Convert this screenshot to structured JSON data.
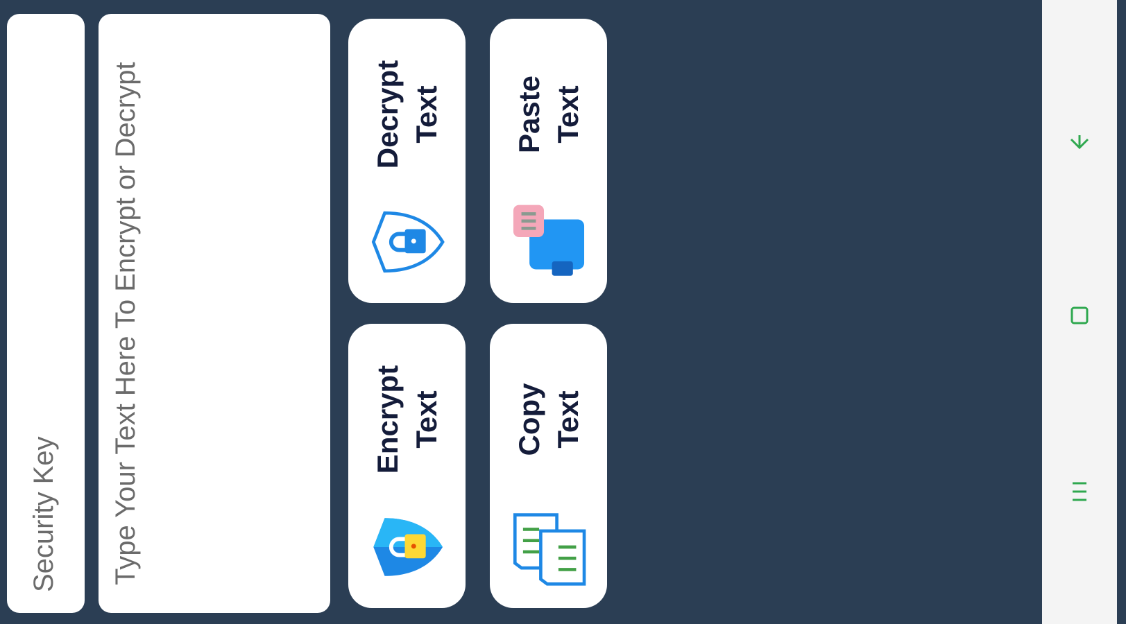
{
  "fields": {
    "security_key_placeholder": "Security Key",
    "text_placeholder": "Type Your Text Here To Encrypt or Decrypt"
  },
  "buttons": {
    "encrypt": [
      "Encrypt",
      "Text"
    ],
    "decrypt": [
      "Decrypt",
      "Text"
    ],
    "copy": [
      "Copy",
      "Text"
    ],
    "paste": [
      "Paste",
      "Text"
    ]
  },
  "nav": {
    "icons": [
      "recents-icon",
      "home-icon",
      "back-icon"
    ]
  },
  "colors": {
    "background": "#2b3e54",
    "label": "#141c3a",
    "nav_icon": "#2fa84f",
    "icon_blue": "#1e88e5"
  }
}
